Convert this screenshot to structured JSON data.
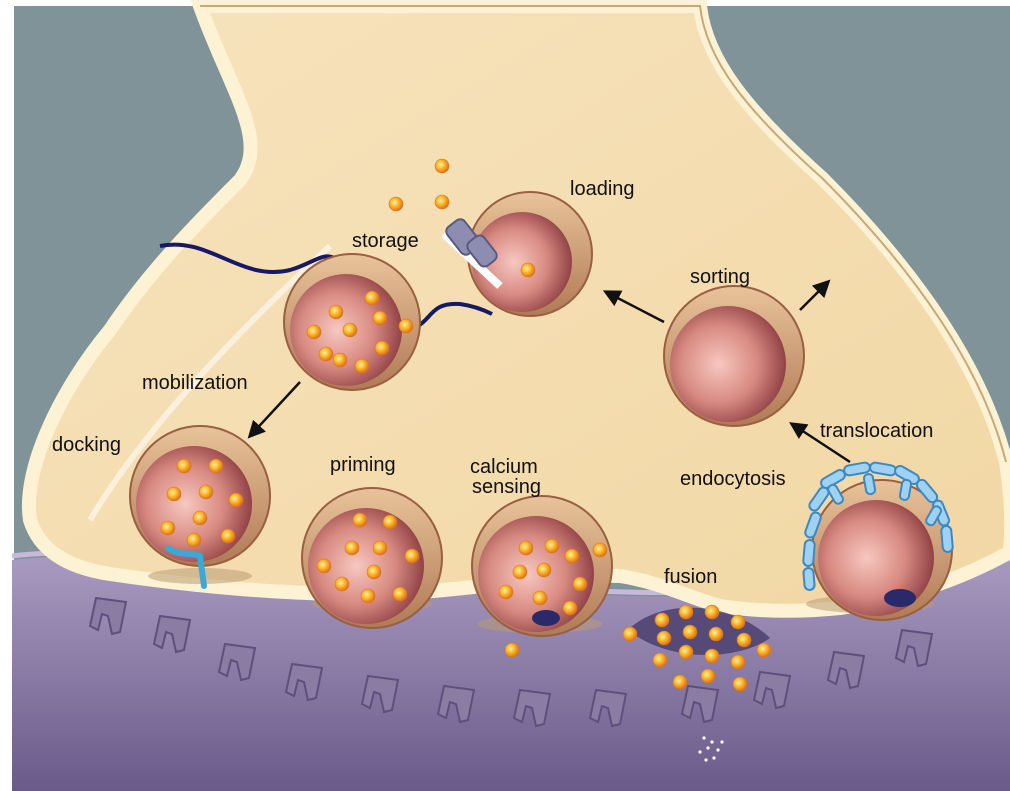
{
  "labels": {
    "loading": "loading",
    "storage": "storage",
    "sorting": "sorting",
    "mobilization": "mobilization",
    "docking": "docking",
    "priming": "priming",
    "calcium": "calcium",
    "sensing": "sensing",
    "translocation": "translocation",
    "endocytosis": "endocytosis",
    "fusion": "fusion"
  },
  "colors": {
    "background": "#7f9398",
    "terminal": "#f5deb0",
    "membrane": "#fdf2d4",
    "postsynaptic": "#8e7eaa",
    "vesicle": "#b46868",
    "neurotransmitter": "#f8a81e",
    "clathrin": "#8ec8ec",
    "actin": "#161a66"
  }
}
